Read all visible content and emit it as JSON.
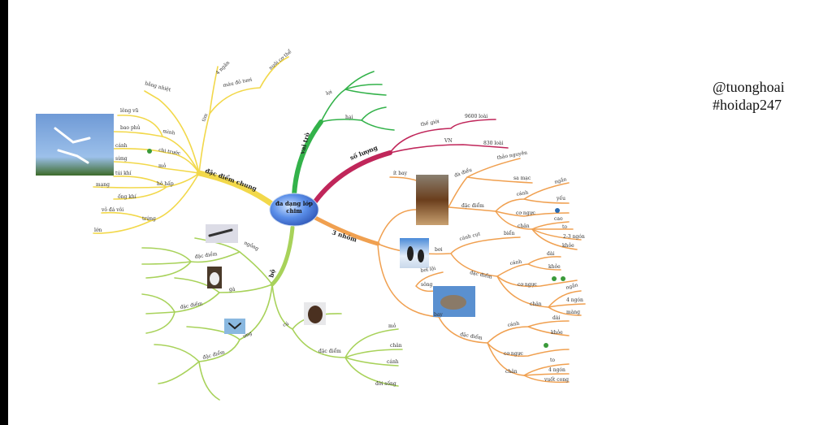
{
  "center": "đa dạng lớp chim",
  "colors": {
    "yellow": "#f2d84a",
    "green": "#33b24a",
    "red": "#c0265a",
    "orange": "#f0a050",
    "lightgreen": "#a8d25a",
    "center": "#3a6fd8"
  },
  "watermark": {
    "line1": "@tuonghoai",
    "line2": "#hoidap247"
  },
  "branches": {
    "chung": {
      "label": "đặc điểm chung",
      "leaves": [
        "hằng nhiệt",
        "tim",
        "4 ngăn",
        "máu đỏ tươi",
        "nuôi cơ thể",
        "lông vũ",
        "bao phủ",
        "mình",
        "cánh",
        "chi trước",
        "sừng",
        "mỏ",
        "túi khí",
        "hô hấp",
        "mạng",
        "ống khí",
        "vỏ đá vôi",
        "trứng",
        "lớn"
      ]
    },
    "vaitro": {
      "label": "vai trò",
      "leaves": [
        "lợi",
        "hại"
      ]
    },
    "soluong": {
      "label": "số lượng",
      "leaves": [
        "thế giới",
        "9600 loài",
        "VN",
        "830 loài"
      ]
    },
    "nhom": {
      "label": "3 nhóm",
      "chay": [
        "ít bay",
        "đà điểu",
        "thảo nguyên",
        "sa mạc",
        "đặc điểm",
        "cánh",
        "ngắn",
        "yếu",
        "cơ ngực",
        "chân",
        "cao",
        "to",
        "2-3 ngón",
        "khỏe"
      ],
      "boi": [
        "bơi",
        "cánh cụt",
        "biển",
        "đặc điểm",
        "cánh",
        "dài",
        "khỏe",
        "cơ ngực",
        "chân",
        "ngắn",
        "4 ngón",
        "màng",
        "bơi lội",
        "sông"
      ],
      "bay": [
        "bay",
        "đặc điểm",
        "cánh",
        "dài",
        "khỏe",
        "cơ ngực",
        "chân",
        "to",
        "4 ngón",
        "vuốt cong"
      ]
    },
    "bo": {
      "label": "bộ",
      "leaves": [
        "ngỗng",
        "đặc điểm",
        "gà",
        "đặc điểm",
        "ưng",
        "đặc điểm",
        "cú",
        "đặc điểm",
        "mỏ",
        "chân",
        "cánh",
        "đời sống"
      ]
    }
  }
}
